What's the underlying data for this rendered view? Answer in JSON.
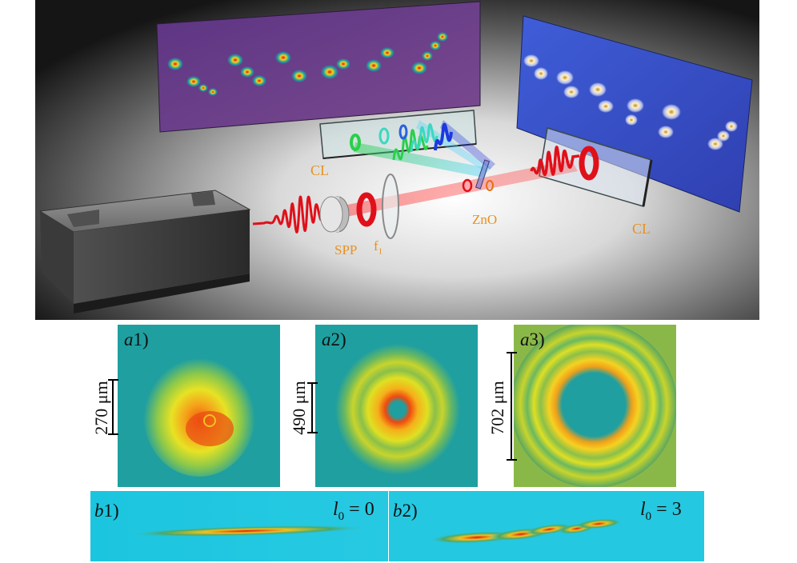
{
  "top": {
    "labels": {
      "cl_left": "CL",
      "cl_right": "CL",
      "spp": "SPP",
      "f1": "f",
      "f1_sub": "1",
      "zno": "ZnO"
    }
  },
  "panels_a": [
    {
      "letter": "a",
      "num": "1)",
      "scale": "270 μm"
    },
    {
      "letter": "a",
      "num": "2)",
      "scale": "490 μm"
    },
    {
      "letter": "a",
      "num": "3)",
      "scale": "702 μm"
    }
  ],
  "panels_b": [
    {
      "letter": "b",
      "num": "1)",
      "l_symbol": "l",
      "l_sub": "0",
      "l_value": "= 0"
    },
    {
      "letter": "b",
      "num": "2)",
      "l_symbol": "l",
      "l_sub": "0",
      "l_value": "= 3"
    }
  ],
  "colors": {
    "laser_red": "#e0101a",
    "label_orange": "#e8911f",
    "screen_purple": "#6a3e8a",
    "screen_blue": "#3f5ad8",
    "detector_bg": "#1f9fa0",
    "bottom_bg": "#21c6e0"
  }
}
